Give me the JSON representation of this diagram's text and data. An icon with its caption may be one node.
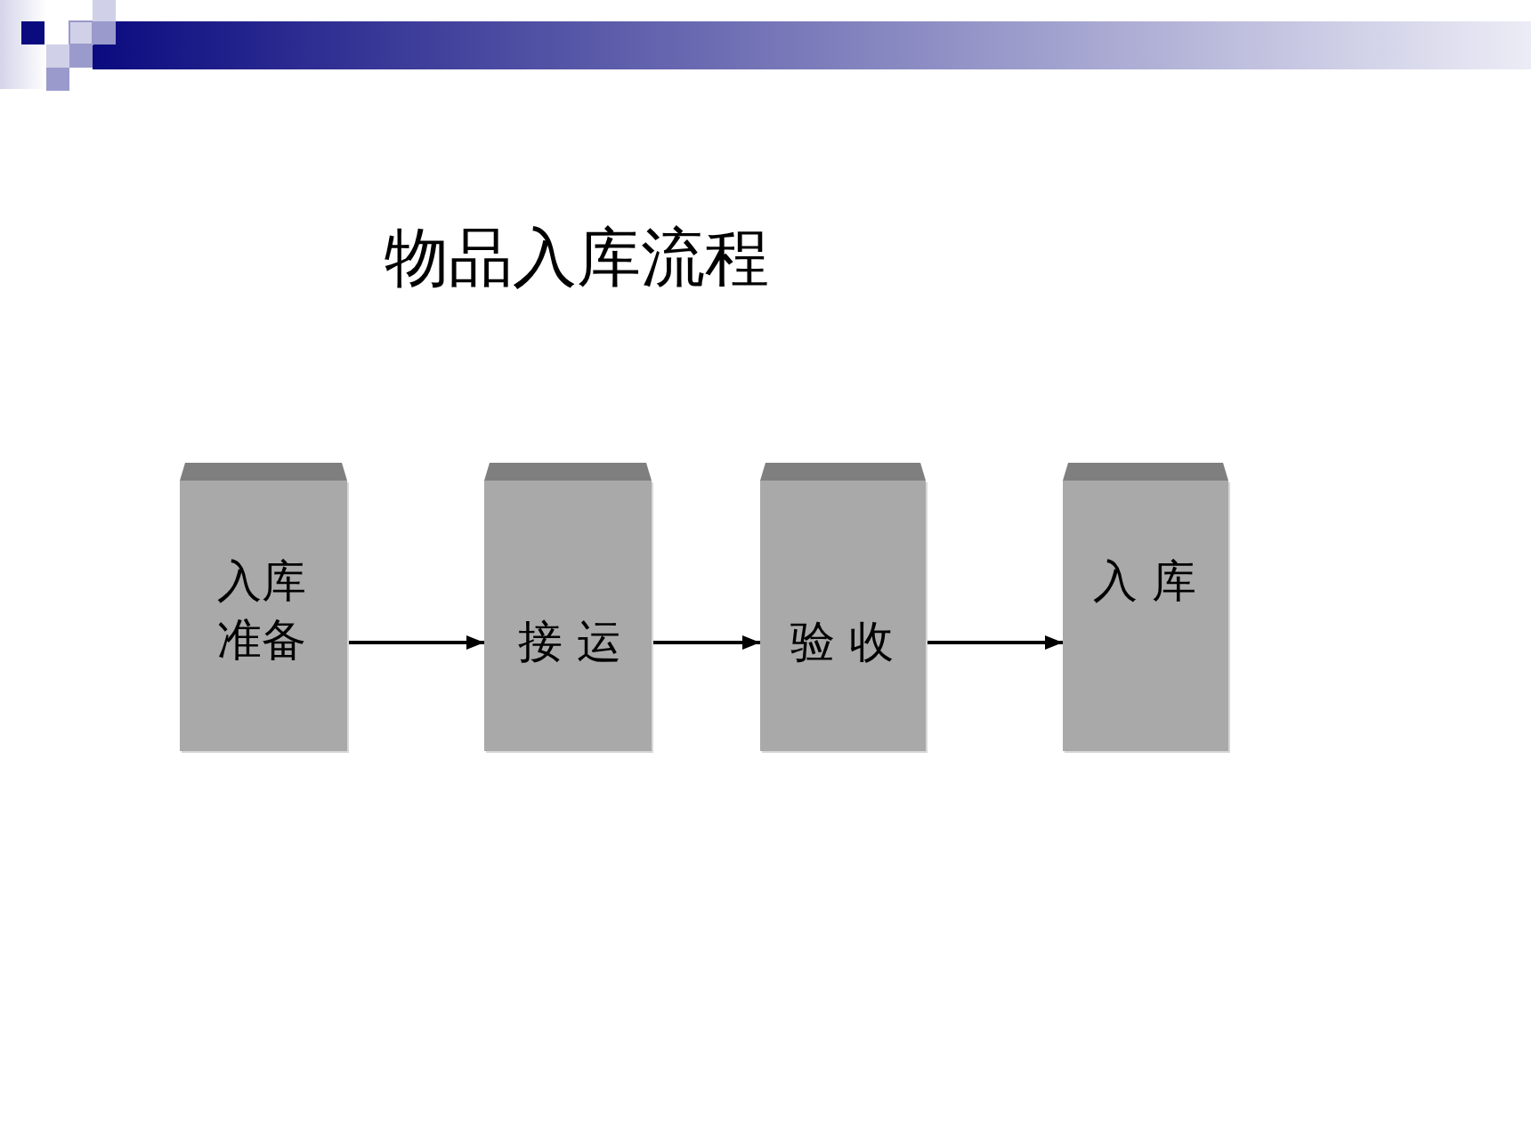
{
  "diagram": {
    "title": "物品入库流程",
    "nodes": [
      {
        "text": [
          "入库准备"
        ]
      },
      {
        "text": [
          "接 运"
        ]
      },
      {
        "text": [
          "验 收"
        ]
      },
      {
        "text": [
          "入 库"
        ]
      }
    ],
    "edges": [
      {
        "from": 0,
        "to": 1,
        "arrow": "to"
      },
      {
        "from": 1,
        "to": 2,
        "arrow": "to"
      },
      {
        "from": 2,
        "to": 3,
        "arrow": "to"
      }
    ]
  }
}
